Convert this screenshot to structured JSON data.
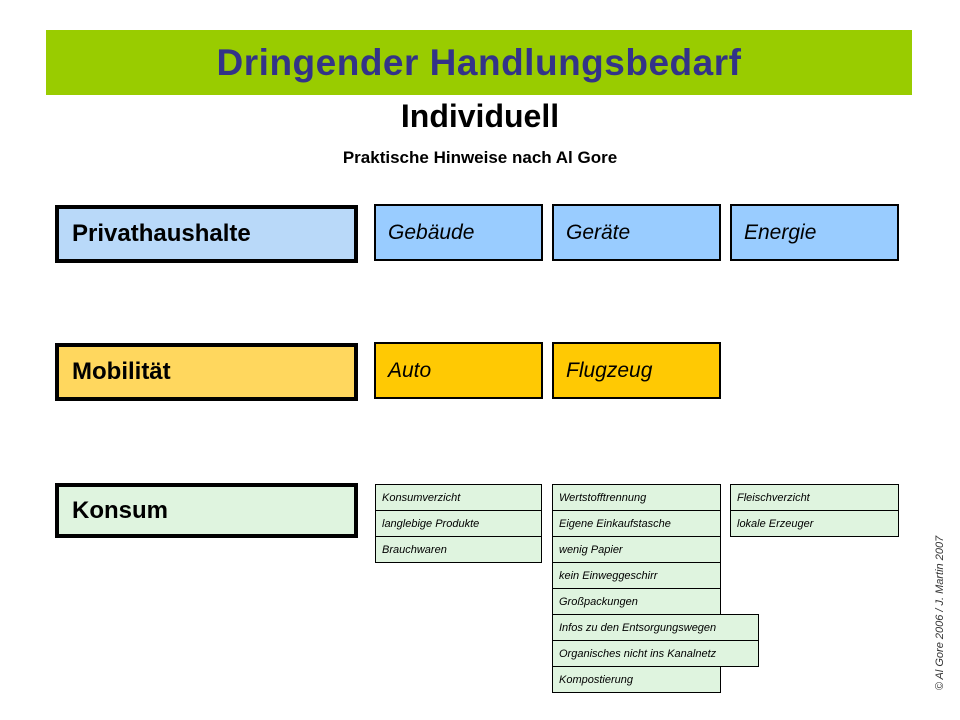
{
  "slide": {
    "banner_title": "Dringender Handlungsbedarf",
    "title": "Individuell",
    "subtitle": "Praktische Hinweise nach Al Gore",
    "copyright": "© Al Gore 2006 / J. Martin 2007"
  },
  "colors": {
    "banner_bg": "#99CC00",
    "banner_text": "#333388",
    "household_label_bg": "#B9D9F9",
    "household_item_bg": "#99CCFF",
    "mobility_label_bg": "#FFD75E",
    "mobility_item_bg": "#FFC903",
    "consumption_bg": "#DFF4DF",
    "border": "#000000"
  },
  "rows": [
    {
      "label": "Privathaushalte",
      "items": [
        "Gebäude",
        "Geräte",
        "Energie"
      ]
    },
    {
      "label": "Mobilität",
      "items": [
        "Auto",
        "Flugzeug"
      ]
    },
    {
      "label": "Konsum",
      "columns": [
        [
          "Konsumverzicht",
          "langlebige Produkte",
          "Brauchwaren"
        ],
        [
          "Wertstofftrennung",
          "Eigene Einkaufstasche",
          "wenig Papier",
          "kein Einweggeschirr",
          "Großpackungen",
          "Infos zu den Entsorgungswegen",
          "Organisches nicht ins Kanalnetz",
          "Kompostierung"
        ],
        [
          "Fleischverzicht",
          "lokale Erzeuger"
        ]
      ]
    }
  ]
}
